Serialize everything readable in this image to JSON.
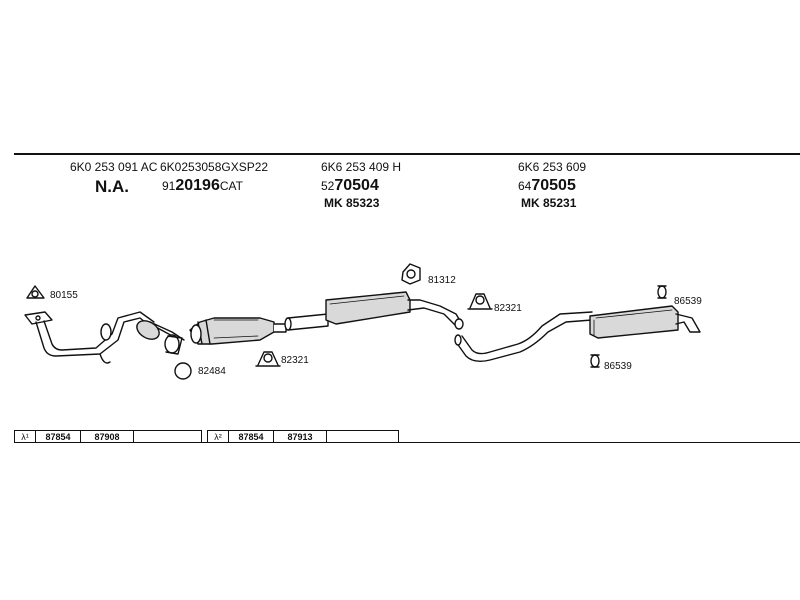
{
  "header": {
    "col1": {
      "part_codes": "6K0 253 091 AC",
      "na_label": "N.A."
    },
    "col2": {
      "part_codes": "6K0253058GXSP22",
      "prefix": "91",
      "number": "20196",
      "suffix": "CAT"
    },
    "col3": {
      "part_codes": "6K6 253 409 H",
      "prefix": "52",
      "number": "70504",
      "mk": "MK 85323"
    },
    "col4": {
      "part_codes": "6K6 253 609",
      "prefix": "64",
      "number": "70505",
      "mk": "MK 85231"
    }
  },
  "callouts": {
    "c80155": "80155",
    "c82484": "82484",
    "c82321a": "82321",
    "c81312": "81312",
    "c82321b": "82321",
    "c86539a": "86539",
    "c86539b": "86539"
  },
  "lambda_tables": [
    {
      "symbol": "λ¹",
      "cells": [
        "87854",
        "87908",
        ""
      ]
    },
    {
      "symbol": "λ²",
      "cells": [
        "87854",
        "87913",
        ""
      ]
    }
  ],
  "colors": {
    "ink": "#111111",
    "paper": "#ffffff",
    "part_fill": "#d9d9d9"
  }
}
